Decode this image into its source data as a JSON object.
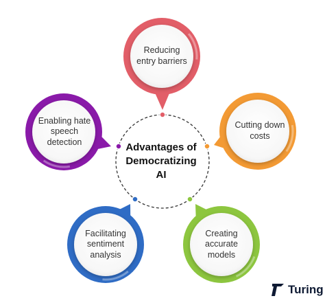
{
  "center": {
    "title_lines": [
      "Advantages of",
      "Democratizing",
      "AI"
    ]
  },
  "nodes": [
    {
      "id": "reducing-entry-barriers",
      "lines": [
        "Reducing",
        "entry barriers"
      ],
      "color": "#e25e68"
    },
    {
      "id": "cutting-down-costs",
      "lines": [
        "Cutting down",
        "costs"
      ],
      "color": "#f39a34"
    },
    {
      "id": "creating-accurate-models",
      "lines": [
        "Creating",
        "accurate",
        "models"
      ],
      "color": "#8dc63f"
    },
    {
      "id": "facilitating-sentiment-analysis",
      "lines": [
        "Facilitating",
        "sentiment",
        "analysis"
      ],
      "color": "#2f6cc5"
    },
    {
      "id": "enabling-hate-speech-detection",
      "lines": [
        "Enabling hate",
        "speech",
        "detection"
      ],
      "color": "#8a1aa9"
    }
  ],
  "logo": {
    "text": "Turing",
    "icon": "turing-logo-icon"
  }
}
